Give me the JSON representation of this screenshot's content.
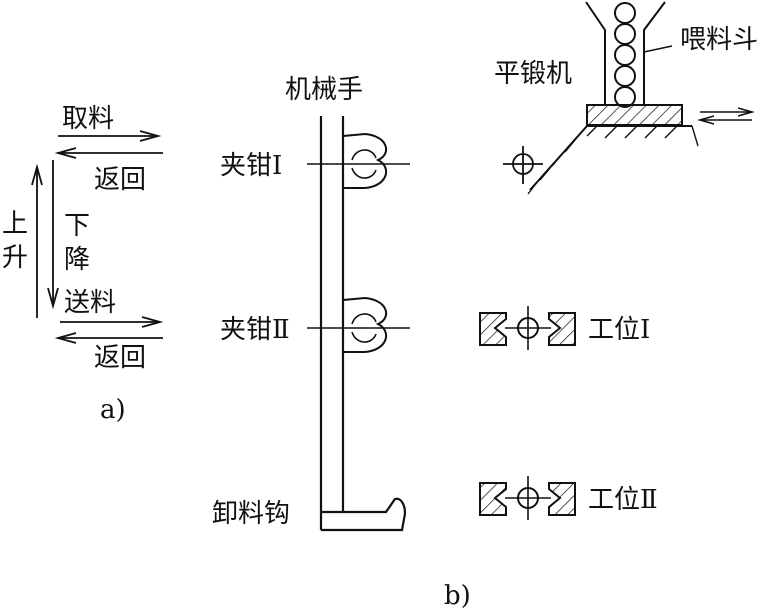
{
  "diagram_a": {
    "fetch": "取料",
    "return_top": "返回",
    "rise_1": "上",
    "rise_2": "升",
    "descend_1": "下",
    "descend_2": "降",
    "deliver": "送料",
    "return_bottom": "返回",
    "caption": "a)"
  },
  "diagram_b": {
    "manipulator": "机械手",
    "clamp_1": "夹钳Ⅰ",
    "clamp_2": "夹钳Ⅱ",
    "unload_hook": "卸料钩",
    "forging_machine": "平锻机",
    "hopper": "喂料斗",
    "station_1": "工位Ⅰ",
    "station_2": "工位Ⅱ",
    "caption": "b)"
  },
  "colors": {
    "line": "#111111",
    "background": "#ffffff"
  }
}
